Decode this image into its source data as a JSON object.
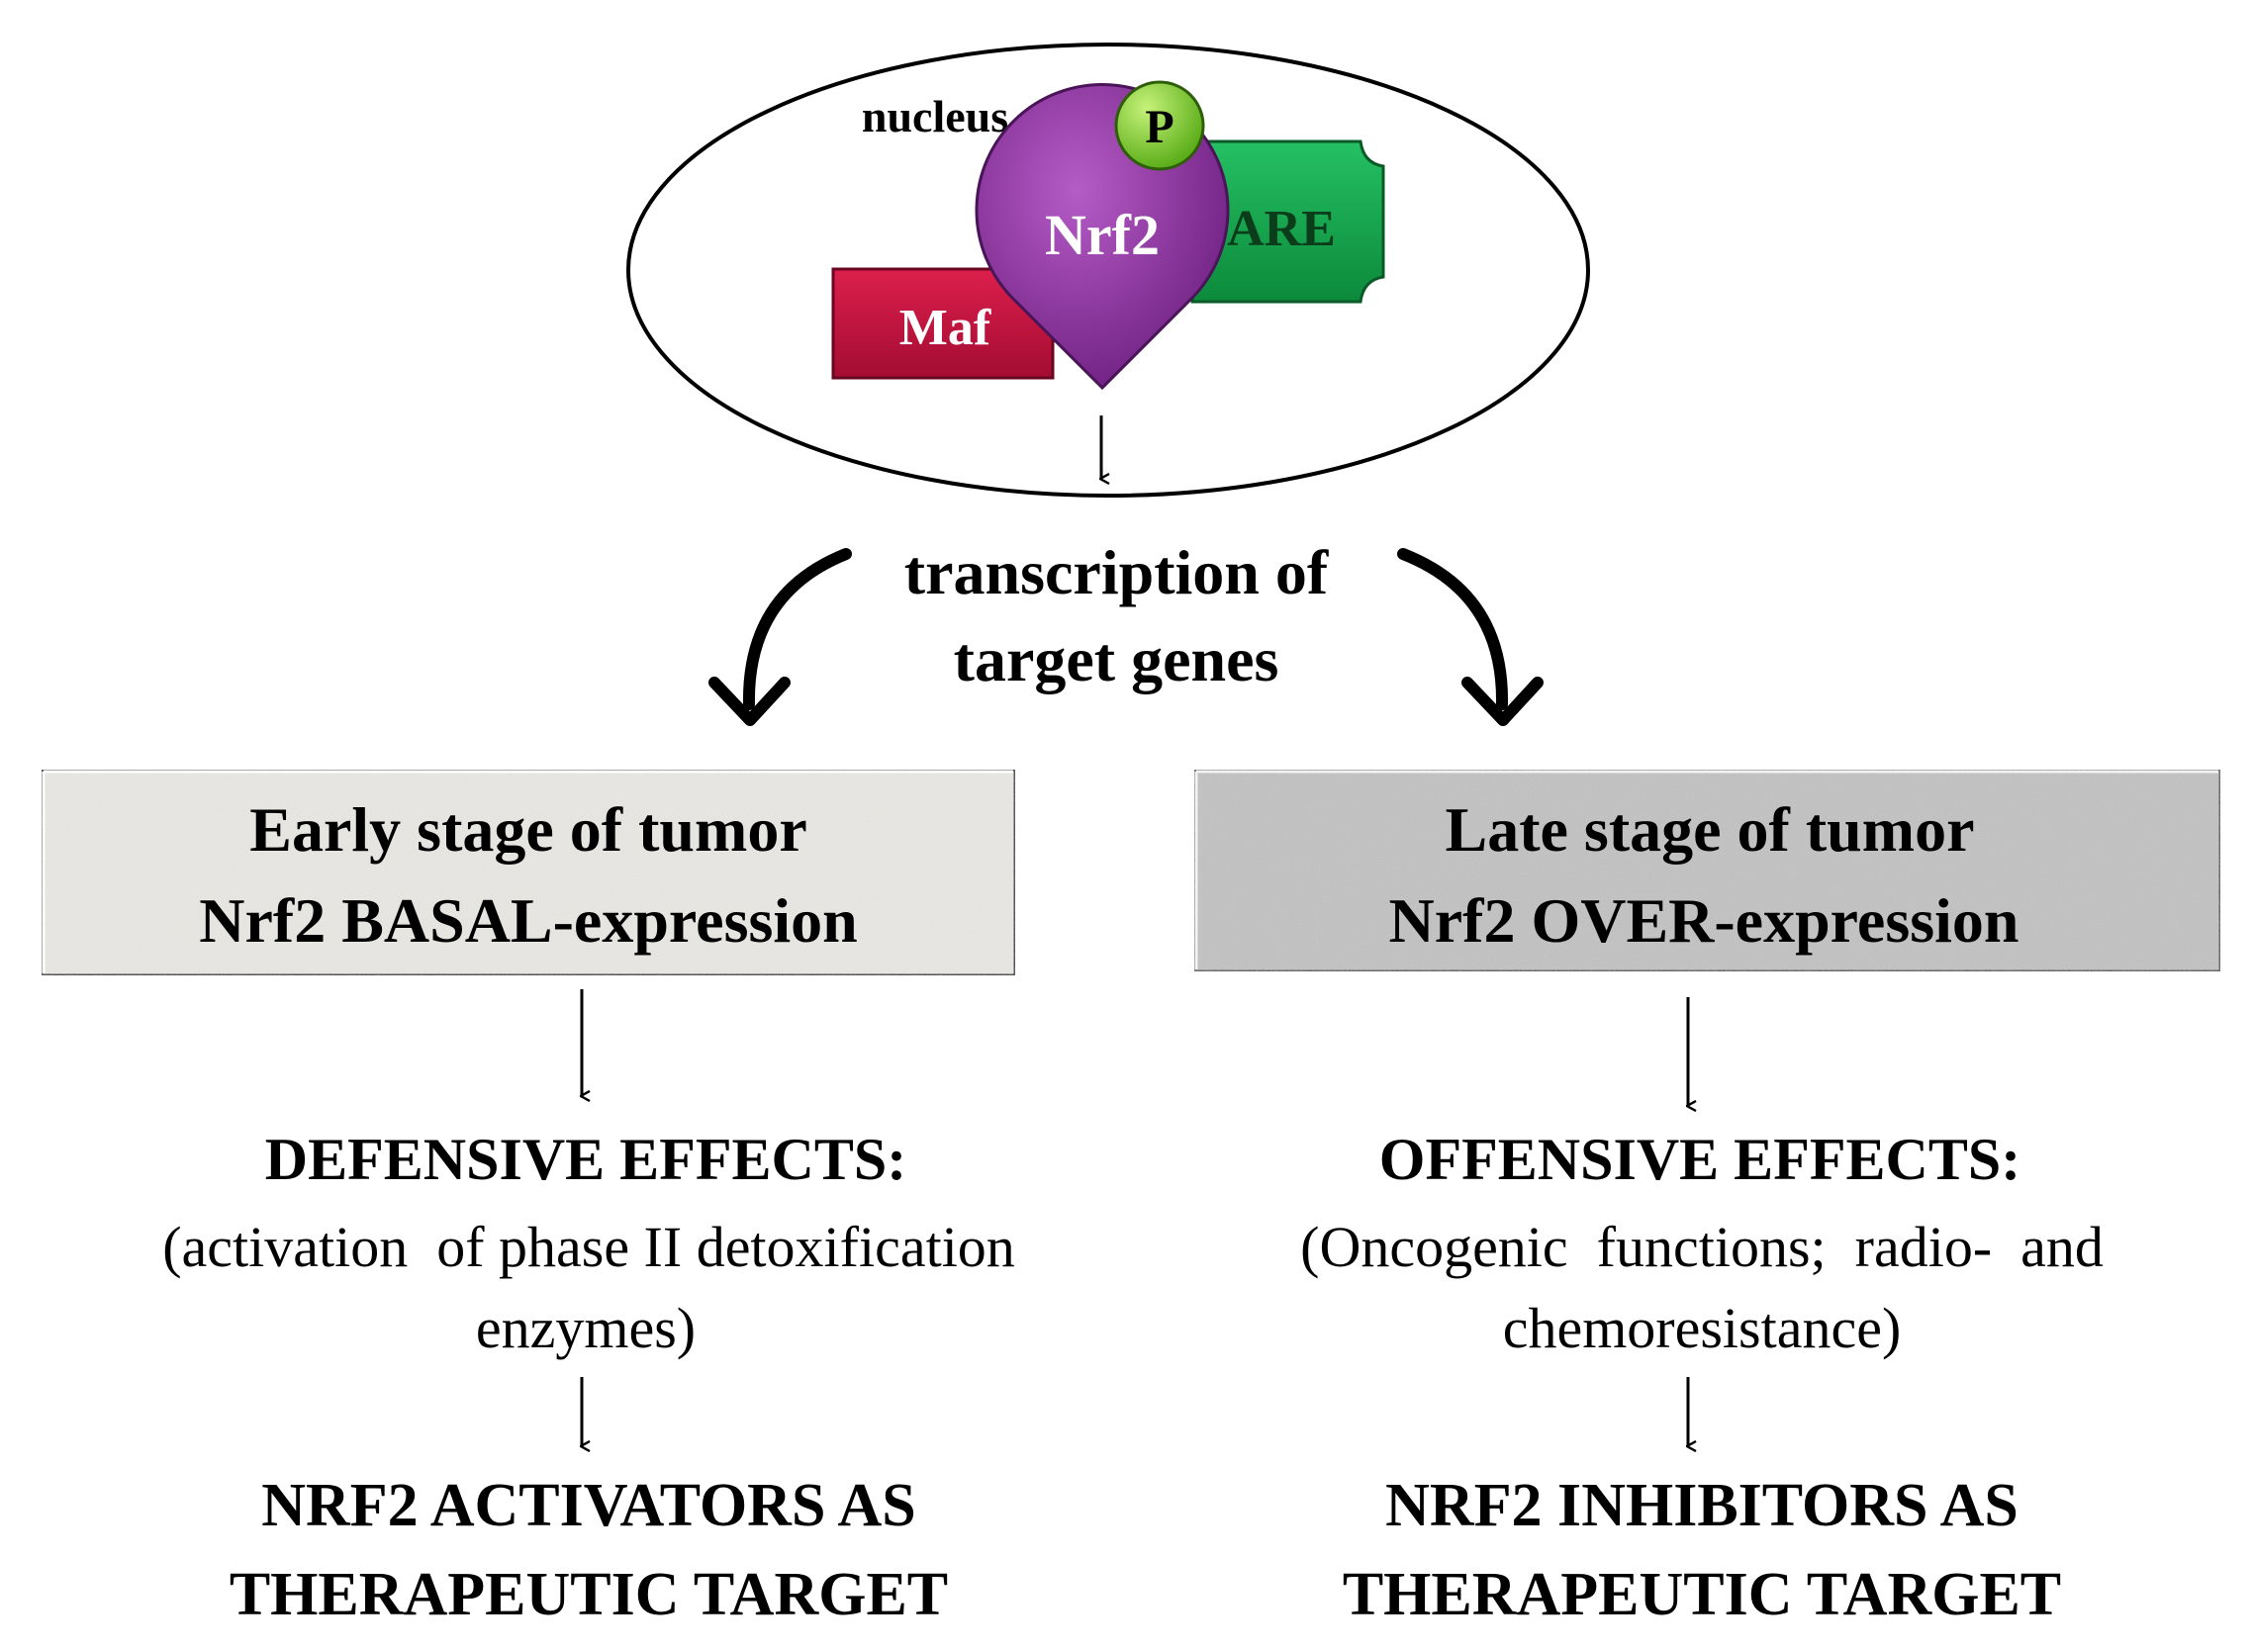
{
  "nucleus": {
    "label": "nucleus",
    "components": {
      "nrf2": "Nrf2",
      "phospho": "P",
      "are": "ARE",
      "maf": "Maf"
    }
  },
  "transcription": {
    "line1": "transcription of",
    "line2": "target genes"
  },
  "left_branch": {
    "stage_line1": "Early stage of tumor",
    "stage_line2": "Nrf2 BASAL-expression",
    "effects_title": "DEFENSIVE EFFECTS:",
    "effects_desc_line1": "(activation  of phase II detoxification",
    "effects_desc_line2": "enzymes)",
    "therapy_line1": "NRF2 ACTIVATORS AS",
    "therapy_line2": "THERAPEUTIC TARGET"
  },
  "right_branch": {
    "stage_line1": "Late stage of tumor",
    "stage_line2": "Nrf2 OVER-expression",
    "effects_title": "OFFENSIVE EFFECTS:",
    "effects_desc_line1": "(Oncogenic  functions;  radio-  and",
    "effects_desc_line2": "chemoresistance)",
    "therapy_line1": "NRF2 INHIBITORS AS",
    "therapy_line2": "THERAPEUTIC TARGET"
  },
  "colors": {
    "nrf2": "#8e2fa0",
    "phospho": "#7ed321",
    "are": "#13a74b",
    "maf": "#c8103e",
    "left_box": "#ecebe6",
    "right_box": "#c9c9c9"
  }
}
